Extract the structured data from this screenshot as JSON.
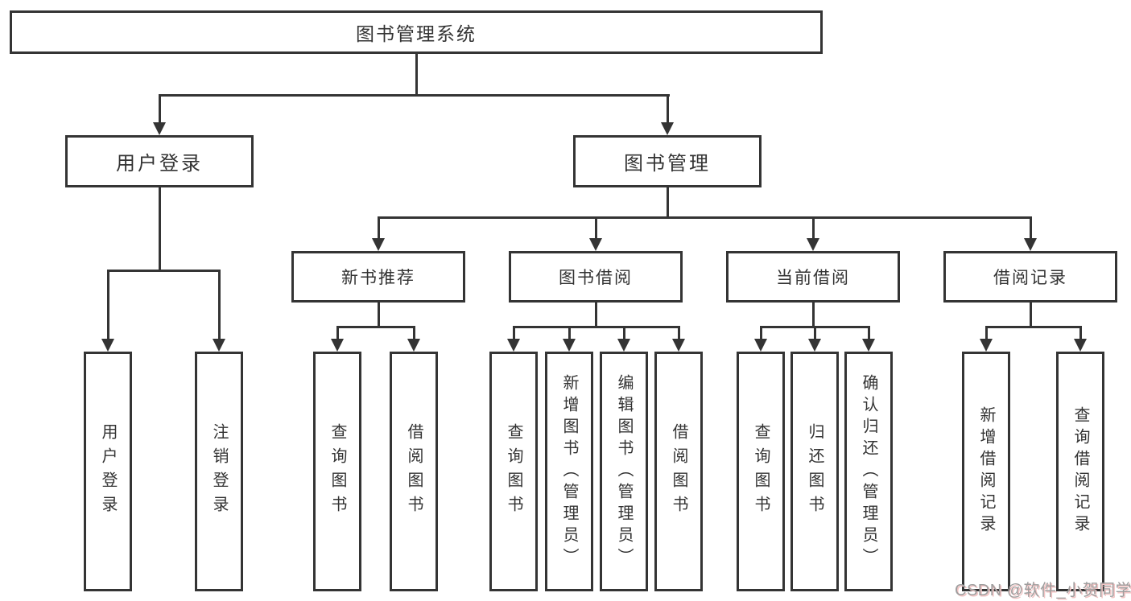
{
  "diagram": {
    "type": "hierarchy-tree",
    "tree": {
      "label": "图书管理系统",
      "children": [
        {
          "label": "用户登录",
          "children": [
            {
              "label": "用户登录"
            },
            {
              "label": "注销登录"
            }
          ]
        },
        {
          "label": "图书管理",
          "children": [
            {
              "label": "新书推荐",
              "children": [
                {
                  "label": "查询图书"
                },
                {
                  "label": "借阅图书"
                }
              ]
            },
            {
              "label": "图书借阅",
              "children": [
                {
                  "label": "查询图书"
                },
                {
                  "label": "新增图书（管理员）"
                },
                {
                  "label": "编辑图书（管理员）"
                },
                {
                  "label": "借阅图书"
                }
              ]
            },
            {
              "label": "当前借阅",
              "children": [
                {
                  "label": "查询图书"
                },
                {
                  "label": "归还图书"
                },
                {
                  "label": "确认归还（管理员）"
                }
              ]
            },
            {
              "label": "借阅记录",
              "children": [
                {
                  "label": "新增借阅记录"
                },
                {
                  "label": "查询借阅记录"
                }
              ]
            }
          ]
        }
      ]
    },
    "colors": {
      "line": "#343434",
      "text": "#333333",
      "background": "#ffffff",
      "watermark_text": "#9e9e9e"
    }
  },
  "watermark": {
    "text": "CSDN @软件_小贺同学"
  }
}
